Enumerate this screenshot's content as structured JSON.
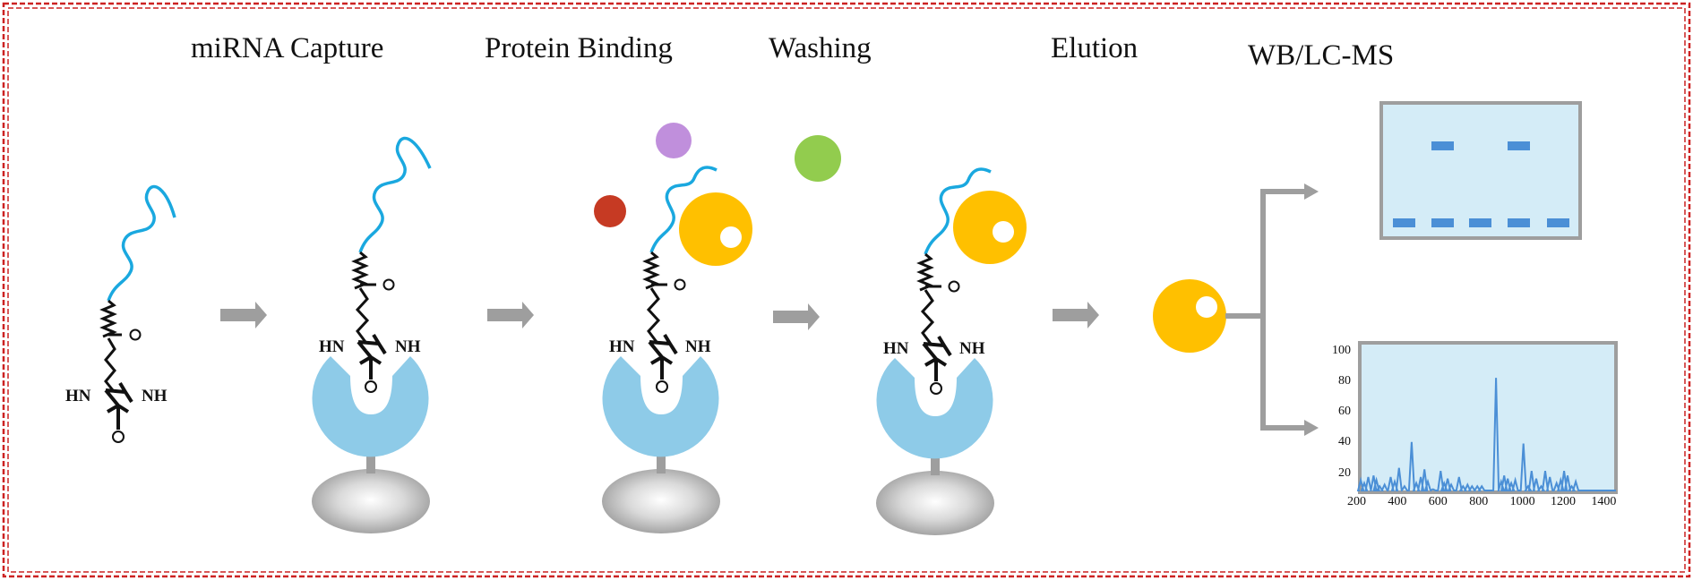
{
  "steps": [
    {
      "title": "miRNA Capture"
    },
    {
      "title": "Protein Binding"
    },
    {
      "title": "Washing"
    },
    {
      "title": "Elution"
    },
    {
      "title": "WB/LC-MS"
    }
  ],
  "biotin_labels": {
    "left": "HN",
    "right": "NH",
    "carbonyl": "O"
  },
  "colors": {
    "border": "#cc2222",
    "rna_strand": "#1aa8df",
    "streptavidin": "#8ecbe8",
    "bead": "#b5b5b5",
    "target_protein": "#ffc000",
    "protein_purple": "#c08fdc",
    "protein_green": "#92cc4e",
    "protein_red": "#c63a23",
    "arrow": "#9e9e9e",
    "panel_fill": "#d4ecf7",
    "panel_border": "#9e9e9e",
    "band": "#4b8fd6",
    "spectrum": "#4b8fd6"
  },
  "chart_data": {
    "type": "line",
    "title": "",
    "xlabel": "",
    "ylabel": "",
    "x_ticks": [
      "200",
      "400",
      "600",
      "800",
      "1000",
      "1200",
      "1400"
    ],
    "y_ticks": [
      "20",
      "40",
      "60",
      "80",
      "100"
    ],
    "xlim": [
      200,
      1460
    ],
    "ylim": [
      8,
      106
    ],
    "grid": false,
    "series": [
      {
        "peaks": [
          [
            205,
            16
          ],
          [
            222,
            14
          ],
          [
            242,
            18
          ],
          [
            268,
            19
          ],
          [
            282,
            16
          ],
          [
            298,
            12
          ],
          [
            322,
            13
          ],
          [
            352,
            18
          ],
          [
            372,
            15
          ],
          [
            393,
            24
          ],
          [
            420,
            12
          ],
          [
            455,
            41
          ],
          [
            478,
            14
          ],
          [
            500,
            18
          ],
          [
            518,
            23
          ],
          [
            535,
            15
          ],
          [
            560,
            10
          ],
          [
            598,
            22
          ],
          [
            615,
            14
          ],
          [
            632,
            17
          ],
          [
            650,
            13
          ],
          [
            688,
            18
          ],
          [
            708,
            12
          ],
          [
            730,
            13
          ],
          [
            752,
            12
          ],
          [
            778,
            12
          ],
          [
            800,
            12
          ],
          [
            870,
            83
          ],
          [
            895,
            15
          ],
          [
            910,
            19
          ],
          [
            928,
            17
          ],
          [
            945,
            14
          ],
          [
            965,
            16
          ],
          [
            1005,
            40
          ],
          [
            1028,
            12
          ],
          [
            1045,
            22
          ],
          [
            1068,
            17
          ],
          [
            1092,
            12
          ],
          [
            1112,
            22
          ],
          [
            1135,
            18
          ],
          [
            1168,
            14
          ],
          [
            1188,
            16
          ],
          [
            1205,
            22
          ],
          [
            1222,
            19
          ],
          [
            1242,
            12
          ],
          [
            1262,
            15
          ]
        ]
      }
    ]
  }
}
